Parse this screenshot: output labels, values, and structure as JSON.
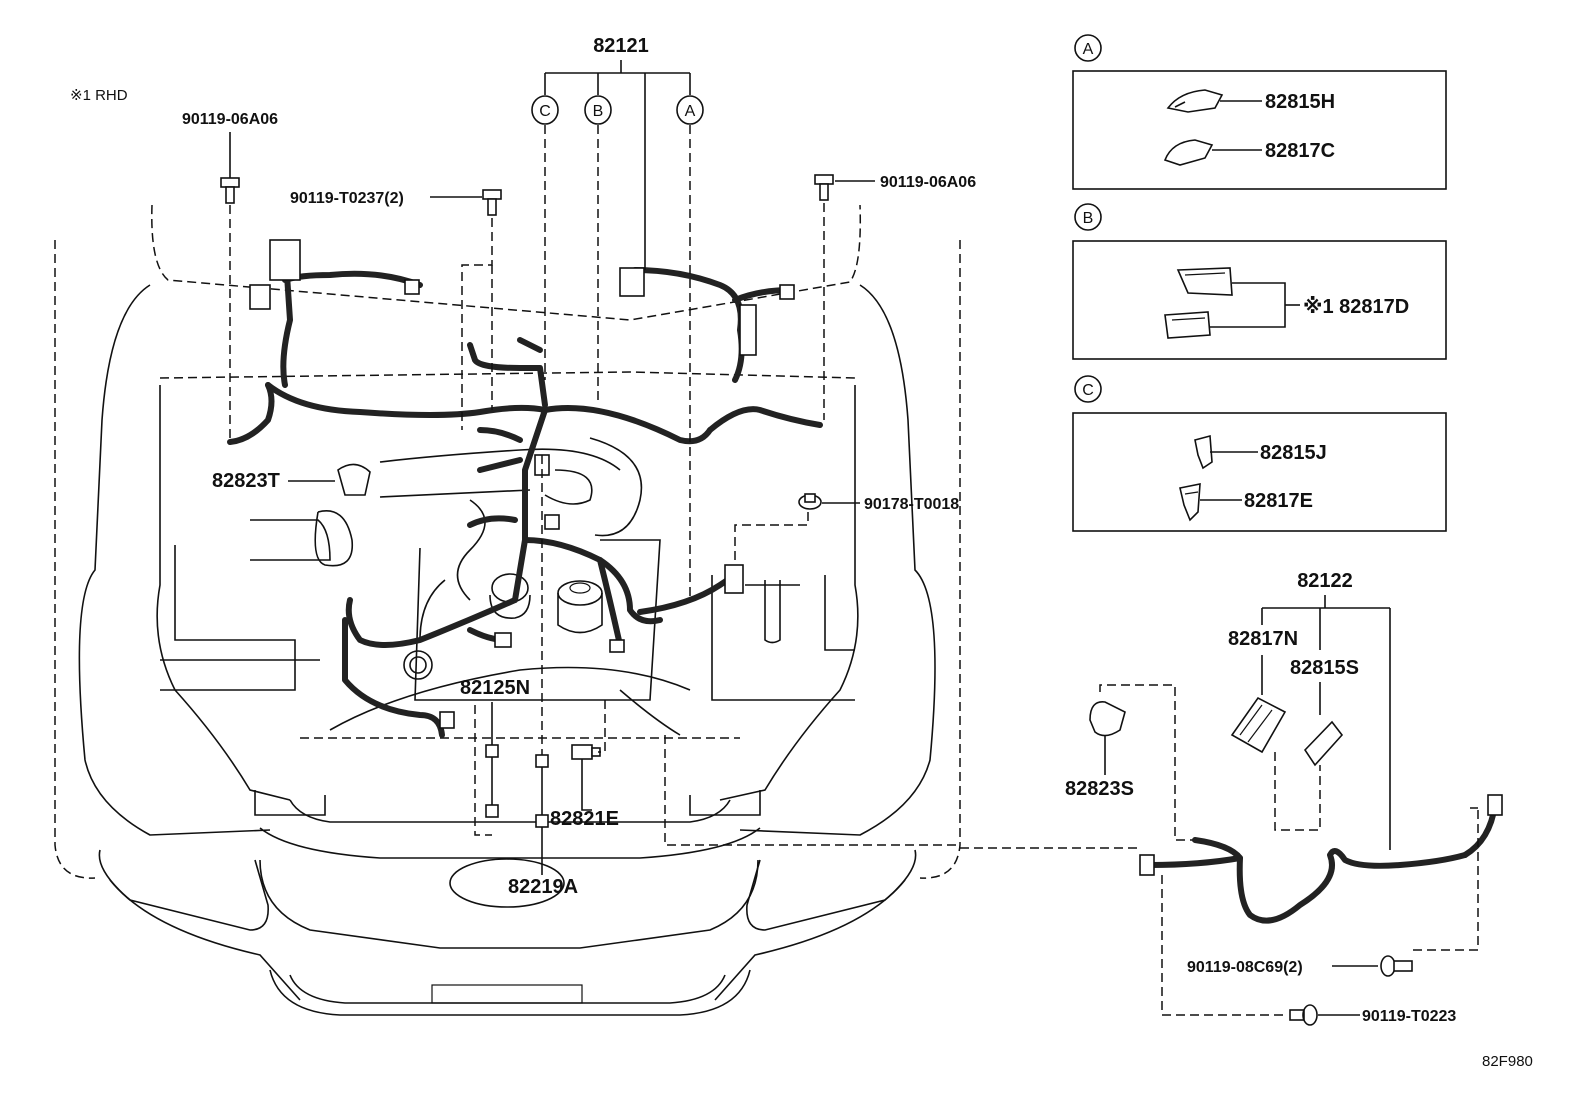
{
  "diagram": {
    "note_rhd": "※1 RHD",
    "figure_code": "82F980",
    "main_assembly": "82121",
    "harness_right": "82122",
    "refs": {
      "A": "A",
      "B": "B",
      "C": "C"
    },
    "parts": {
      "bolt_left": "90119-06A06",
      "bolt_right": "90119-06A06",
      "bolt_center": "90119-T0237(2)",
      "clamp_nut": "90178-T0018",
      "sub_82823T": "82823T",
      "sub_82125N": "82125N",
      "sub_82821E": "82821E",
      "sub_82219A": "82219A",
      "sub_82823S": "82823S",
      "sub_82817N": "82817N",
      "sub_82815S": "82815S",
      "bolt_08C69": "90119-08C69(2)",
      "bolt_T0223": "90119-T0223"
    },
    "detail_A": {
      "ref": "A",
      "items": [
        "82815H",
        "82817C"
      ]
    },
    "detail_B": {
      "ref": "B",
      "items": [
        "※1 82817D"
      ]
    },
    "detail_C": {
      "ref": "C",
      "items": [
        "82815J",
        "82817E"
      ]
    }
  }
}
